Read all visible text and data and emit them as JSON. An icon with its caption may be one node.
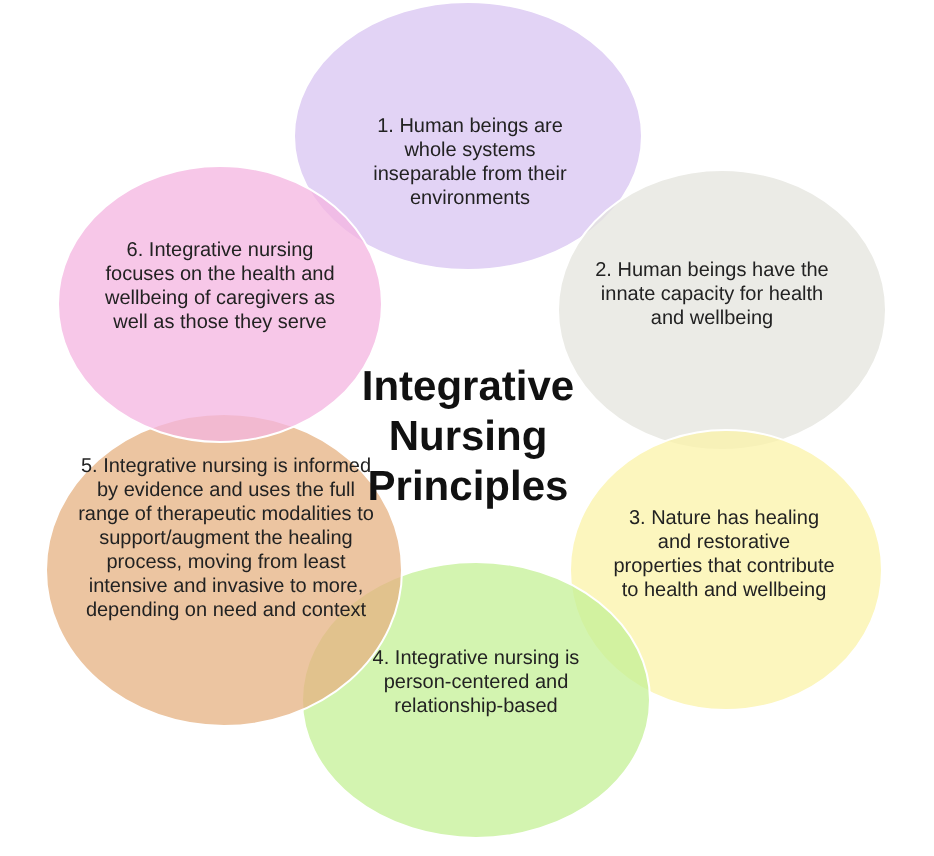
{
  "diagram": {
    "title": "Integrative Nursing Principles",
    "nodes": [
      {
        "text": [
          "1. Human beings are whole systems inseparable from their environments"
        ]
      },
      {
        "text": [
          "2. Human beings have the innate capacity for health and wellbeing"
        ]
      },
      {
        "text": [
          "3. Nature has healing and restorative properties that contribute to health and wellbeing"
        ]
      },
      {
        "text": [
          "4. Integrative nursing is person-centered and relationship-based"
        ]
      },
      {
        "text": [
          "5. Integrative nursing is informed by evidence and uses the full range of therapeutic modalities to support/augment the healing process, moving from least intensive and invasive to more, depending on need and context"
        ]
      },
      {
        "text": [
          "6. Integrative nursing focuses on the health and wellbeing of caregivers as well as those they serve"
        ]
      }
    ]
  }
}
